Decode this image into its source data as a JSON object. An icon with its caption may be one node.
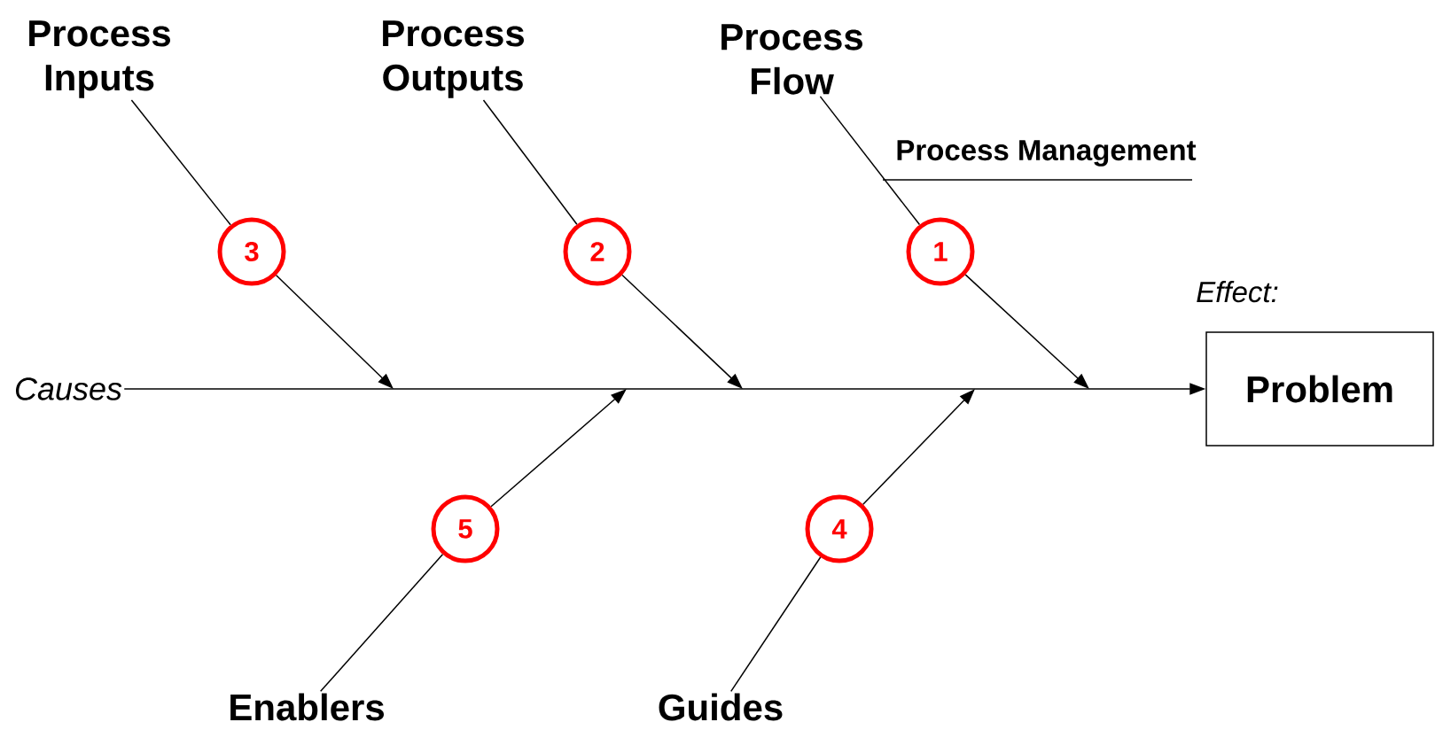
{
  "diagram": {
    "nodes": [
      {
        "text": [
          "Process Inputs"
        ]
      },
      {
        "text": [
          "Process Outputs"
        ]
      },
      {
        "text": [
          "Process Flow"
        ]
      },
      {
        "text": [
          "3"
        ]
      },
      {
        "text": [
          "2"
        ]
      },
      {
        "text": [
          "1"
        ]
      },
      {
        "text": [
          "Causes"
        ]
      },
      {
        "text": [
          "Effect:",
          "Problem"
        ]
      },
      {
        "text": [
          "5"
        ]
      },
      {
        "text": [
          "4"
        ]
      },
      {
        "text": [
          "Enablers"
        ]
      },
      {
        "text": [
          "Guides"
        ]
      }
    ],
    "edges": [
      {
        "from": 0,
        "to": 3,
        "arrow": "none"
      },
      {
        "from": 3,
        "to": null,
        "arrow": "to"
      },
      {
        "from": 1,
        "to": 4,
        "arrow": "none"
      },
      {
        "from": 4,
        "to": null,
        "arrow": "to"
      },
      {
        "from": 2,
        "to": 5,
        "arrow": "none"
      },
      {
        "from": 5,
        "to": null,
        "arrow": "to"
      },
      {
        "from": 6,
        "to": 7,
        "arrow": "to"
      },
      {
        "from": 10,
        "to": 8,
        "arrow": "none"
      },
      {
        "from": 8,
        "to": null,
        "arrow": "to"
      },
      {
        "from": 11,
        "to": 9,
        "arrow": "none"
      },
      {
        "from": 9,
        "to": null,
        "arrow": "to"
      }
    ],
    "labels": [
      "Process Management"
    ]
  }
}
